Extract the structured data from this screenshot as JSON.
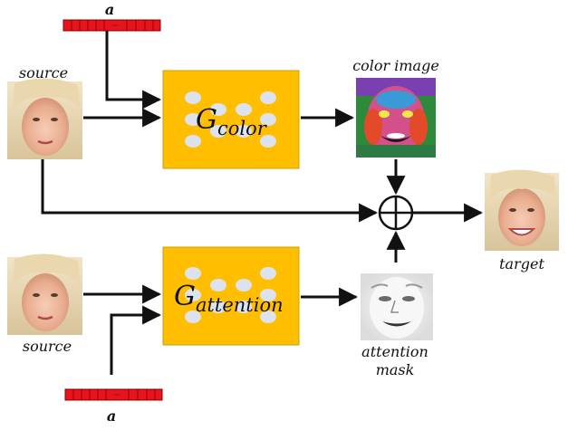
{
  "labels": {
    "vector_top": "a",
    "vector_bottom": "a",
    "source_top": "source",
    "source_bottom": "source",
    "color_image": "color image",
    "target": "target",
    "attention_line1": "attention",
    "attention_line2": "mask"
  },
  "generators": {
    "color": {
      "main": "G",
      "sub": "color"
    },
    "attention": {
      "main": "G",
      "sub": "attention"
    }
  },
  "vector_dots": "···",
  "colors": {
    "generator_fill": "#FFBE00",
    "generator_stroke": "#C8A000",
    "node_fill": "#DDE3EE",
    "vector_fill": "#E8141B",
    "arrow": "#111111"
  },
  "icons": {
    "source_face": "face-photo",
    "color_image": "color-image-photo",
    "target_face": "face-photo",
    "attention_mask": "attention-mask-photo",
    "combine": "circled-plus-icon"
  }
}
